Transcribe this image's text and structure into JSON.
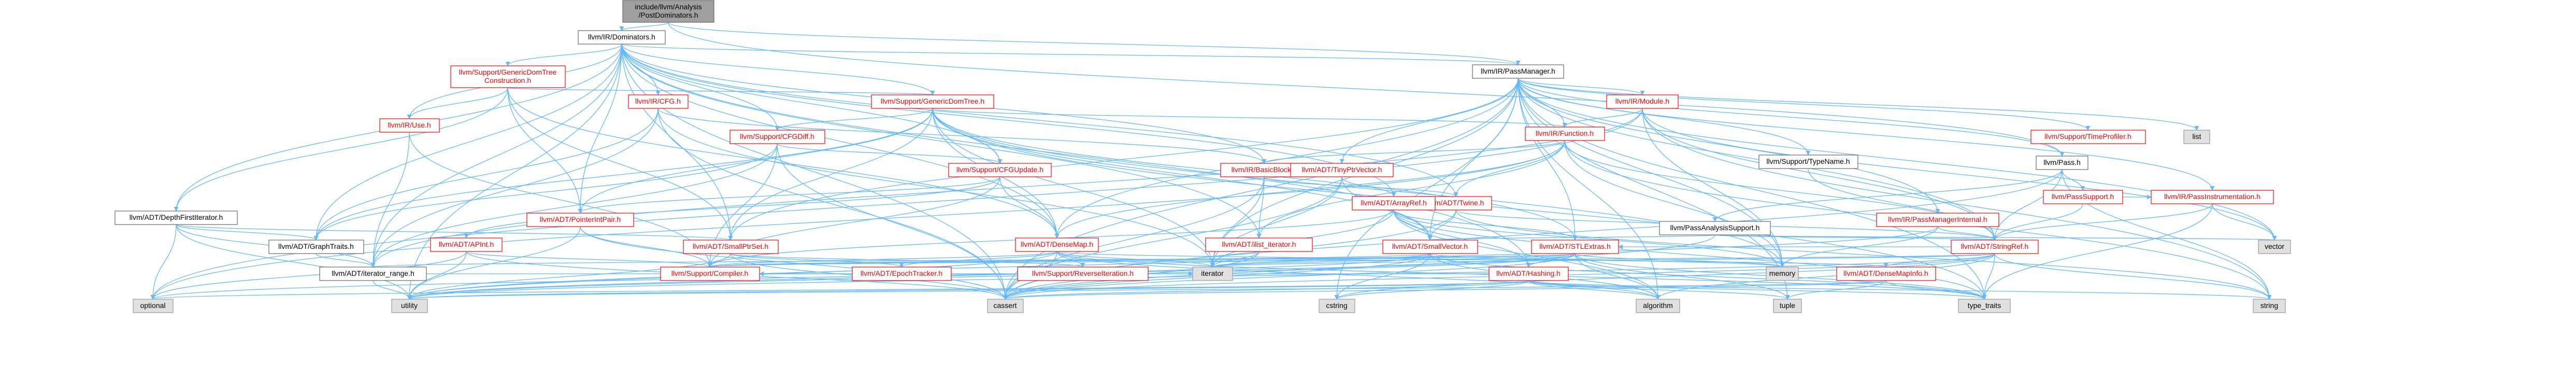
{
  "colors": {
    "root_fill": "#a0a0a0",
    "local_fill": "#ffffff",
    "local_stroke": "#ff0000",
    "local_text": "#ff0000",
    "std_fill": "#e0e0e0",
    "std_stroke": "#999999",
    "std_text": "#000000",
    "edge": "#63b8ff",
    "edge_dark": "#1f4f99"
  },
  "nodes": [
    {
      "id": "root",
      "kind": "root",
      "lines": [
        "include/llvm/Analysis",
        "/PostDominators.h"
      ]
    },
    {
      "id": "dominators",
      "kind": "plain",
      "lines": [
        "llvm/IR/Dominators.h"
      ]
    },
    {
      "id": "passmanager",
      "kind": "plain",
      "lines": [
        "llvm/IR/PassManager.h"
      ]
    },
    {
      "id": "generic_construction",
      "kind": "local",
      "lines": [
        "llvm/Support/GenericDomTree",
        "Construction.h"
      ]
    },
    {
      "id": "generic_domtree",
      "kind": "local",
      "lines": [
        "llvm/Support/GenericDomTree.h"
      ]
    },
    {
      "id": "ir_cfg",
      "kind": "local",
      "lines": [
        "llvm/IR/CFG.h"
      ]
    },
    {
      "id": "ir_module",
      "kind": "local",
      "lines": [
        "llvm/IR/Module.h"
      ]
    },
    {
      "id": "ir_function",
      "kind": "local",
      "lines": [
        "llvm/IR/Function.h"
      ]
    },
    {
      "id": "ir_use",
      "kind": "local",
      "lines": [
        "llvm/IR/Use.h"
      ]
    },
    {
      "id": "cfgdiff",
      "kind": "local",
      "lines": [
        "llvm/Support/CFGDiff.h"
      ]
    },
    {
      "id": "cfgupdate",
      "kind": "local",
      "lines": [
        "llvm/Support/CFGUpdate.h"
      ]
    },
    {
      "id": "basicblock",
      "kind": "local",
      "lines": [
        "llvm/IR/BasicBlock.h"
      ]
    },
    {
      "id": "tinyptrvector",
      "kind": "local",
      "lines": [
        "llvm/ADT/TinyPtrVector.h"
      ]
    },
    {
      "id": "twine",
      "kind": "local",
      "lines": [
        "llvm/ADT/Twine.h"
      ]
    },
    {
      "id": "arrayref",
      "kind": "local",
      "lines": [
        "llvm/ADT/ArrayRef.h"
      ]
    },
    {
      "id": "pass",
      "kind": "plain",
      "lines": [
        "llvm/Pass.h"
      ]
    },
    {
      "id": "passsupport",
      "kind": "local",
      "lines": [
        "llvm/PassSupport.h"
      ]
    },
    {
      "id": "passinstr",
      "kind": "local",
      "lines": [
        "llvm/IR/PassInstrumentation.h"
      ]
    },
    {
      "id": "passmgrinternal",
      "kind": "local",
      "lines": [
        "llvm/IR/PassManagerInternal.h"
      ]
    },
    {
      "id": "typename",
      "kind": "plain",
      "lines": [
        "llvm/Support/TypeName.h"
      ]
    },
    {
      "id": "timeprofiler",
      "kind": "local",
      "lines": [
        "llvm/Support/TimeProfiler.h"
      ]
    },
    {
      "id": "list",
      "kind": "std",
      "lines": [
        "list"
      ]
    },
    {
      "id": "depthfirst",
      "kind": "plain",
      "lines": [
        "llvm/ADT/DepthFirstIterator.h"
      ]
    },
    {
      "id": "pointerintpair",
      "kind": "local",
      "lines": [
        "llvm/ADT/PointerIntPair.h"
      ]
    },
    {
      "id": "graphtraits",
      "kind": "plain",
      "lines": [
        "llvm/ADT/GraphTraits.h"
      ]
    },
    {
      "id": "iterator_range",
      "kind": "plain",
      "lines": [
        "llvm/ADT/iterator_range.h"
      ]
    },
    {
      "id": "apint",
      "kind": "local",
      "lines": [
        "llvm/ADT/APInt.h"
      ]
    },
    {
      "id": "smallptrset",
      "kind": "local",
      "lines": [
        "llvm/ADT/SmallPtrSet.h"
      ]
    },
    {
      "id": "densemap",
      "kind": "local",
      "lines": [
        "llvm/ADT/DenseMap.h"
      ]
    },
    {
      "id": "ilist_iterator",
      "kind": "local",
      "lines": [
        "llvm/ADT/ilist_iterator.h"
      ]
    },
    {
      "id": "smallvector",
      "kind": "local",
      "lines": [
        "llvm/ADT/SmallVector.h"
      ]
    },
    {
      "id": "stlextras",
      "kind": "local",
      "lines": [
        "llvm/ADT/STLExtras.h"
      ]
    },
    {
      "id": "stringref",
      "kind": "local",
      "lines": [
        "llvm/ADT/StringRef.h"
      ]
    },
    {
      "id": "passanalysis",
      "kind": "plain",
      "lines": [
        "llvm/PassAnalysisSupport.h"
      ]
    },
    {
      "id": "compiler",
      "kind": "local",
      "lines": [
        "llvm/Support/Compiler.h"
      ]
    },
    {
      "id": "epochtracker",
      "kind": "local",
      "lines": [
        "llvm/ADT/EpochTracker.h"
      ]
    },
    {
      "id": "reverseiter",
      "kind": "local",
      "lines": [
        "llvm/Support/ReverseIteration.h"
      ]
    },
    {
      "id": "hashing",
      "kind": "local",
      "lines": [
        "llvm/ADT/Hashing.h"
      ]
    },
    {
      "id": "densemapinfo",
      "kind": "local",
      "lines": [
        "llvm/ADT/DenseMapInfo.h"
      ]
    },
    {
      "id": "vector",
      "kind": "std",
      "lines": [
        "vector"
      ]
    },
    {
      "id": "memory",
      "kind": "std",
      "lines": [
        "memory"
      ]
    },
    {
      "id": "iterator",
      "kind": "std",
      "lines": [
        "iterator"
      ]
    },
    {
      "id": "optional",
      "kind": "std",
      "lines": [
        "optional"
      ]
    },
    {
      "id": "utility",
      "kind": "std",
      "lines": [
        "utility"
      ]
    },
    {
      "id": "cassert",
      "kind": "std",
      "lines": [
        "cassert"
      ]
    },
    {
      "id": "cstring",
      "kind": "std",
      "lines": [
        "cstring"
      ]
    },
    {
      "id": "algorithm",
      "kind": "std",
      "lines": [
        "algorithm"
      ]
    },
    {
      "id": "tuple",
      "kind": "std",
      "lines": [
        "tuple"
      ]
    },
    {
      "id": "type_traits",
      "kind": "std",
      "lines": [
        "type_traits"
      ]
    },
    {
      "id": "string",
      "kind": "std",
      "lines": [
        "string"
      ]
    }
  ],
  "edges": [
    [
      "root",
      "dominators"
    ],
    [
      "root",
      "passmanager"
    ],
    [
      "root",
      "pass"
    ],
    [
      "dominators",
      "generic_construction"
    ],
    [
      "dominators",
      "generic_domtree"
    ],
    [
      "dominators",
      "ir_cfg"
    ],
    [
      "dominators",
      "ir_use"
    ],
    [
      "dominators",
      "cfgdiff"
    ],
    [
      "dominators",
      "cfgupdate"
    ],
    [
      "dominators",
      "basicblock"
    ],
    [
      "dominators",
      "depthfirst"
    ],
    [
      "dominators",
      "graphtraits"
    ],
    [
      "dominators",
      "pointerintpair"
    ],
    [
      "dominators",
      "smallptrset"
    ],
    [
      "dominators",
      "densemap"
    ],
    [
      "dominators",
      "twine"
    ],
    [
      "dominators",
      "arrayref"
    ],
    [
      "dominators",
      "hashing"
    ],
    [
      "dominators",
      "passmanager"
    ],
    [
      "dominators",
      "iterator_range"
    ],
    [
      "dominators",
      "ilist_iterator"
    ],
    [
      "dominators",
      "utility"
    ],
    [
      "dominators",
      "cassert"
    ],
    [
      "passmanager",
      "ir_module"
    ],
    [
      "passmanager",
      "ir_function"
    ],
    [
      "passmanager",
      "passinstr"
    ],
    [
      "passmanager",
      "passmgrinternal"
    ],
    [
      "passmanager",
      "typename"
    ],
    [
      "passmanager",
      "timeprofiler"
    ],
    [
      "passmanager",
      "list"
    ],
    [
      "passmanager",
      "densemap"
    ],
    [
      "passmanager",
      "smallptrset"
    ],
    [
      "passmanager",
      "smallvector"
    ],
    [
      "passmanager",
      "stlextras"
    ],
    [
      "passmanager",
      "stringref"
    ],
    [
      "passmanager",
      "tinyptrvector"
    ],
    [
      "passmanager",
      "vector"
    ],
    [
      "passmanager",
      "memory"
    ],
    [
      "passmanager",
      "cstring"
    ],
    [
      "passmanager",
      "algorithm"
    ],
    [
      "passmanager",
      "tuple"
    ],
    [
      "passmanager",
      "type_traits"
    ],
    [
      "passmanager",
      "iterator"
    ],
    [
      "passmanager",
      "cassert"
    ],
    [
      "passmanager",
      "pass"
    ],
    [
      "pass",
      "passsupport"
    ],
    [
      "pass",
      "passanalysis"
    ],
    [
      "pass",
      "stringref"
    ],
    [
      "pass",
      "string"
    ],
    [
      "pass",
      "cassert"
    ],
    [
      "generic_construction",
      "generic_domtree"
    ],
    [
      "generic_construction",
      "depthfirst"
    ],
    [
      "generic_construction",
      "pointerintpair"
    ],
    [
      "generic_construction",
      "smallptrset"
    ],
    [
      "generic_construction",
      "densemap"
    ],
    [
      "generic_construction",
      "ir_use"
    ],
    [
      "generic_domtree",
      "ir_function"
    ],
    [
      "generic_domtree",
      "cfgdiff"
    ],
    [
      "generic_domtree",
      "cfgupdate"
    ],
    [
      "generic_domtree",
      "graphtraits"
    ],
    [
      "generic_domtree",
      "pointerintpair"
    ],
    [
      "generic_domtree",
      "stlextras"
    ],
    [
      "generic_domtree",
      "smallptrset"
    ],
    [
      "generic_domtree",
      "smallvector"
    ],
    [
      "generic_domtree",
      "densemap"
    ],
    [
      "generic_domtree",
      "iterator"
    ],
    [
      "generic_domtree",
      "memory"
    ],
    [
      "generic_domtree",
      "type_traits"
    ],
    [
      "ir_cfg",
      "basicblock"
    ],
    [
      "ir_cfg",
      "graphtraits"
    ],
    [
      "ir_cfg",
      "iterator_range"
    ],
    [
      "ir_cfg",
      "cassert"
    ],
    [
      "ir_cfg",
      "iterator"
    ],
    [
      "ir_module",
      "ir_function"
    ],
    [
      "ir_module",
      "stringref"
    ],
    [
      "ir_module",
      "iterator_range"
    ],
    [
      "ir_module",
      "memory"
    ],
    [
      "ir_module",
      "optional"
    ],
    [
      "ir_module",
      "vector"
    ],
    [
      "ir_module",
      "string"
    ],
    [
      "ir_function",
      "basicblock"
    ],
    [
      "ir_function",
      "twine"
    ],
    [
      "ir_function",
      "ilist_iterator"
    ],
    [
      "ir_function",
      "stringref"
    ],
    [
      "ir_function",
      "densemap"
    ],
    [
      "ir_function",
      "memory"
    ],
    [
      "ir_function",
      "optional"
    ],
    [
      "ir_function",
      "string"
    ],
    [
      "ir_use",
      "compiler"
    ],
    [
      "ir_use",
      "iterator_range"
    ],
    [
      "cfgdiff",
      "cfgupdate"
    ],
    [
      "cfgdiff",
      "graphtraits"
    ],
    [
      "cfgdiff",
      "iterator_range"
    ],
    [
      "cfgdiff",
      "compiler"
    ],
    [
      "cfgdiff",
      "cassert"
    ],
    [
      "cfgupdate",
      "apint"
    ],
    [
      "cfgupdate",
      "densemap"
    ],
    [
      "cfgupdate",
      "pointerintpair"
    ],
    [
      "cfgupdate",
      "compiler"
    ],
    [
      "basicblock",
      "twine"
    ],
    [
      "basicblock",
      "ilist_iterator"
    ],
    [
      "basicblock",
      "iterator"
    ],
    [
      "basicblock",
      "cassert"
    ],
    [
      "tinyptrvector",
      "arrayref"
    ],
    [
      "tinyptrvector",
      "smallvector"
    ],
    [
      "tinyptrvector",
      "iterator"
    ],
    [
      "tinyptrvector",
      "cassert"
    ],
    [
      "twine",
      "smallvector"
    ],
    [
      "twine",
      "stringref"
    ],
    [
      "twine",
      "cassert"
    ],
    [
      "twine",
      "string"
    ],
    [
      "arrayref",
      "hashing"
    ],
    [
      "arrayref",
      "smallvector"
    ],
    [
      "arrayref",
      "stlextras"
    ],
    [
      "arrayref",
      "compiler"
    ],
    [
      "arrayref",
      "algorithm"
    ],
    [
      "arrayref",
      "iterator"
    ],
    [
      "arrayref",
      "memory"
    ],
    [
      "arrayref",
      "type_traits"
    ],
    [
      "passsupport",
      "stringref"
    ],
    [
      "passsupport",
      "passinstr"
    ],
    [
      "passinstr",
      "stringref"
    ],
    [
      "passinstr",
      "type_traits"
    ],
    [
      "passinstr",
      "vector"
    ],
    [
      "passmgrinternal",
      "stringref"
    ],
    [
      "passmgrinternal",
      "memory"
    ],
    [
      "passmgrinternal",
      "utility"
    ],
    [
      "typename",
      "stringref"
    ],
    [
      "passanalysis",
      "smallvector"
    ],
    [
      "passanalysis",
      "stringref"
    ],
    [
      "passanalysis",
      "vector"
    ],
    [
      "passanalysis",
      "cassert"
    ],
    [
      "depthfirst",
      "graphtraits"
    ],
    [
      "depthfirst",
      "iterator_range"
    ],
    [
      "depthfirst",
      "smallptrset"
    ],
    [
      "depthfirst",
      "utility"
    ],
    [
      "depthfirst",
      "optional"
    ],
    [
      "pointerintpair",
      "compiler"
    ],
    [
      "pointerintpair",
      "cassert"
    ],
    [
      "pointerintpair",
      "utility"
    ],
    [
      "graphtraits",
      "iterator_range"
    ],
    [
      "iterator_range",
      "utility"
    ],
    [
      "iterator_range",
      "iterator"
    ],
    [
      "apint",
      "compiler"
    ],
    [
      "apint",
      "cassert"
    ],
    [
      "apint",
      "utility"
    ],
    [
      "apint",
      "optional"
    ],
    [
      "smallptrset",
      "compiler"
    ],
    [
      "smallptrset",
      "epochtracker"
    ],
    [
      "smallptrset",
      "reverseiter"
    ],
    [
      "smallptrset",
      "utility"
    ],
    [
      "smallptrset",
      "cassert"
    ],
    [
      "densemap",
      "epochtracker"
    ],
    [
      "densemap",
      "densemapinfo"
    ],
    [
      "densemap",
      "compiler"
    ],
    [
      "densemap",
      "reverseiter"
    ],
    [
      "densemap",
      "algorithm"
    ],
    [
      "densemap",
      "cassert"
    ],
    [
      "densemap",
      "iterator"
    ],
    [
      "densemap",
      "type_traits"
    ],
    [
      "densemap",
      "utility"
    ],
    [
      "ilist_iterator",
      "iterator"
    ],
    [
      "ilist_iterator",
      "cassert"
    ],
    [
      "smallvector",
      "compiler"
    ],
    [
      "smallvector",
      "algorithm"
    ],
    [
      "smallvector",
      "cassert"
    ],
    [
      "smallvector",
      "cstring"
    ],
    [
      "smallvector",
      "iterator"
    ],
    [
      "smallvector",
      "memory"
    ],
    [
      "smallvector",
      "utility"
    ],
    [
      "smallvector",
      "type_traits"
    ],
    [
      "stlextras",
      "hashing"
    ],
    [
      "stlextras",
      "iterator_range"
    ],
    [
      "stlextras",
      "compiler"
    ],
    [
      "stlextras",
      "algorithm"
    ],
    [
      "stlextras",
      "cassert"
    ],
    [
      "stlextras",
      "iterator"
    ],
    [
      "stlextras",
      "memory"
    ],
    [
      "stlextras",
      "tuple"
    ],
    [
      "stlextras",
      "type_traits"
    ],
    [
      "stlextras",
      "utility"
    ],
    [
      "stlextras",
      "optional"
    ],
    [
      "stringref",
      "densemapinfo"
    ],
    [
      "stringref",
      "stlextras"
    ],
    [
      "stringref",
      "compiler"
    ],
    [
      "stringref",
      "algorithm"
    ],
    [
      "stringref",
      "cassert"
    ],
    [
      "stringref",
      "cstring"
    ],
    [
      "stringref",
      "iterator"
    ],
    [
      "stringref",
      "string"
    ],
    [
      "stringref",
      "type_traits"
    ],
    [
      "stringref",
      "utility"
    ],
    [
      "hashing",
      "compiler"
    ],
    [
      "hashing",
      "algorithm"
    ],
    [
      "hashing",
      "cassert"
    ],
    [
      "hashing",
      "cstring"
    ],
    [
      "hashing",
      "optional"
    ],
    [
      "hashing",
      "string"
    ],
    [
      "hashing",
      "tuple"
    ],
    [
      "hashing",
      "type_traits"
    ],
    [
      "hashing",
      "utility"
    ],
    [
      "densemapinfo",
      "cassert"
    ],
    [
      "densemapinfo",
      "tuple"
    ],
    [
      "densemapinfo",
      "type_traits"
    ],
    [
      "densemapinfo",
      "utility"
    ],
    [
      "epochtracker",
      "compiler"
    ]
  ]
}
